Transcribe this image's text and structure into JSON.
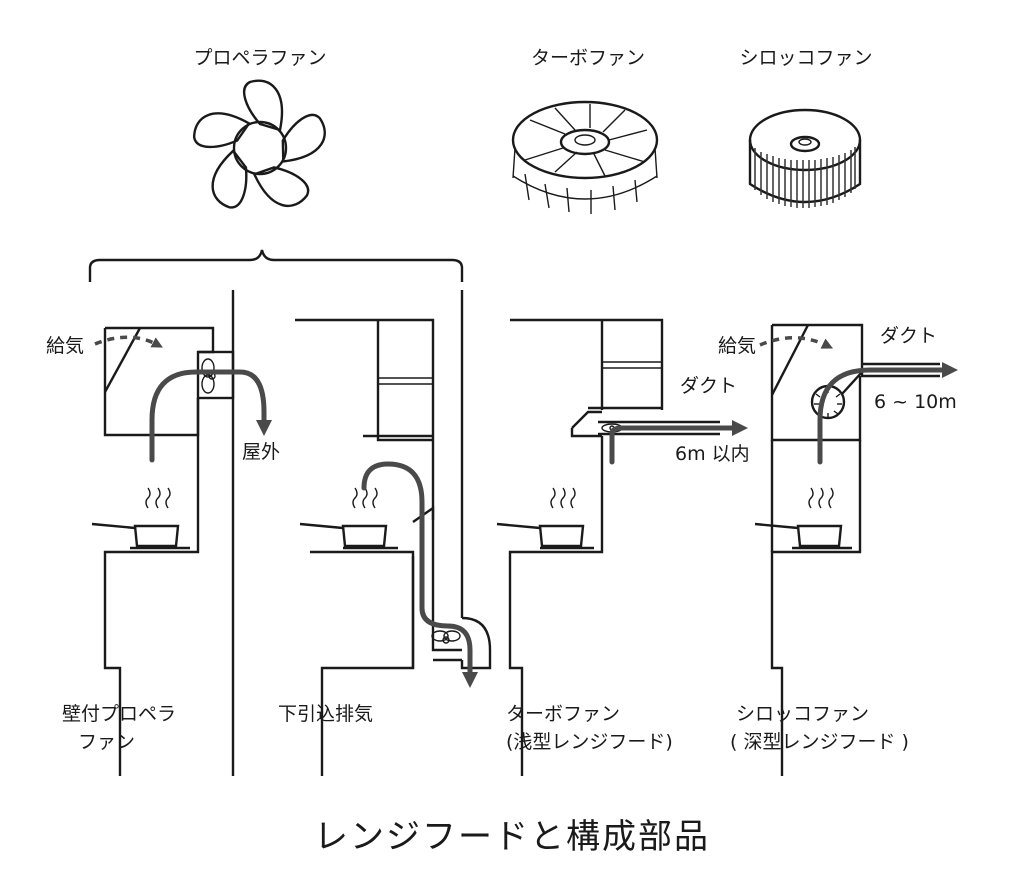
{
  "fan_types": {
    "propeller": "プロペラファン",
    "turbo": "ターボファン",
    "sirocco": "シロッコファン"
  },
  "panels": {
    "wall_propeller": {
      "caption_line1": "壁付プロペラ",
      "caption_line2": "ファン",
      "supply_label": "給気",
      "outdoor_label": "屋外"
    },
    "downdraft": {
      "caption": "下引込排気"
    },
    "turbo": {
      "caption_line1": "ターボファン",
      "caption_line2": "(浅型レンジフード)",
      "duct_label": "ダクト",
      "duct_length": "6m 以内"
    },
    "sirocco": {
      "caption_line1": "シロッコファン",
      "caption_line2": "( 深型レンジフード )",
      "supply_label": "給気",
      "duct_label": "ダクト",
      "duct_length": "6 ~ 10m"
    }
  },
  "title": "レンジフードと構成部品"
}
